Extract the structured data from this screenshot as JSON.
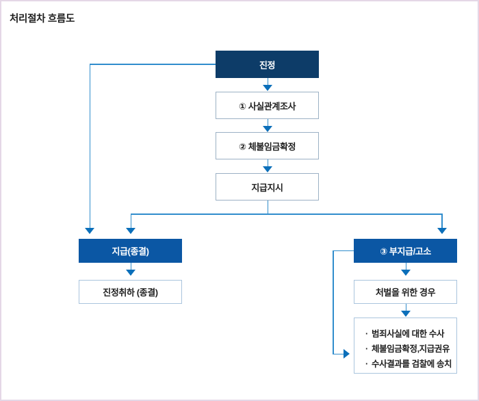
{
  "page": {
    "title": "처리절차 흐름도",
    "border_color": "#e4d7e6",
    "background": "#ffffff"
  },
  "colors": {
    "navy": "#0d3c68",
    "blue": "#0b57a4",
    "connector": "#2f8ccc",
    "arrow": "#0b6fba",
    "box_border": "#9bb0c4",
    "box_border_soft": "#a9c4dd"
  },
  "flowchart": {
    "type": "flowchart",
    "nodes": [
      {
        "id": "complaint",
        "label": "진정",
        "style": "filled-navy"
      },
      {
        "id": "fact-survey",
        "label": "① 사실관계조사",
        "style": "plain"
      },
      {
        "id": "wage-confirm",
        "label": "② 체불임금확정",
        "style": "plain"
      },
      {
        "id": "payment-order",
        "label": "지급지시",
        "style": "plain"
      },
      {
        "id": "payment-closed",
        "label": "지급(종결)",
        "style": "filled-blue"
      },
      {
        "id": "withdraw-closed",
        "label": "진정취하 (종결)",
        "style": "plain-soft"
      },
      {
        "id": "nonpayment",
        "label": "③ 부지급/고소",
        "style": "filled-blue"
      },
      {
        "id": "punish-case",
        "label": "처벌을 위한 경우",
        "style": "plain-soft"
      }
    ],
    "investigation_box": {
      "id": "investigation-steps",
      "items": [
        "범죄사실에 대한 수사",
        "체불임금확정,지급권유",
        "수사결과를 검찰에 송치"
      ]
    },
    "edges": [
      {
        "from": "complaint",
        "to": "fact-survey"
      },
      {
        "from": "fact-survey",
        "to": "wage-confirm"
      },
      {
        "from": "wage-confirm",
        "to": "payment-order"
      },
      {
        "from": "payment-order",
        "to": "payment-closed"
      },
      {
        "from": "payment-order",
        "to": "nonpayment"
      },
      {
        "from": "complaint",
        "to": "payment-closed"
      },
      {
        "from": "payment-closed",
        "to": "withdraw-closed"
      },
      {
        "from": "nonpayment",
        "to": "punish-case"
      },
      {
        "from": "punish-case",
        "to": "investigation-steps"
      },
      {
        "from": "nonpayment",
        "to": "investigation-steps"
      }
    ]
  }
}
